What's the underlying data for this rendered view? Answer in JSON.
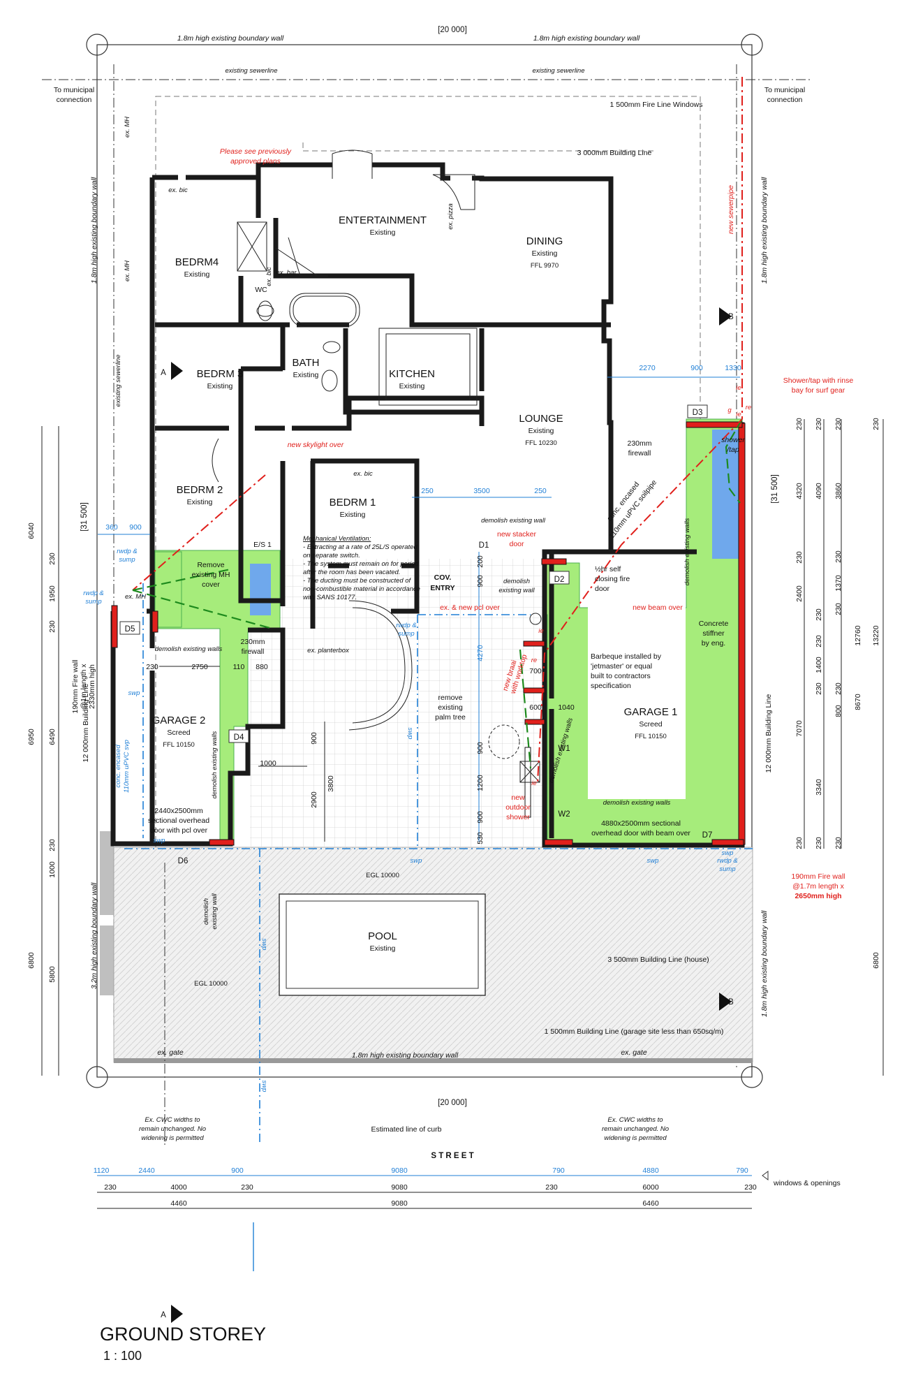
{
  "drawing": {
    "title": "GROUND STOREY",
    "scale": "1 : 100"
  },
  "boundary": {
    "top_dim": "[20 000]",
    "bottom_dim": "[20 000]",
    "left_dim": "[31 500]",
    "right_dim": "[31 500]",
    "wall_top_left": "1.8m high existing boundary wall",
    "wall_top_right": "1.8m high existing boundary wall",
    "wall_bottom": "1.8m high existing boundary wall",
    "wall_left_upper": "1.8m high existing boundary wall",
    "wall_left_lower": "3.2m high existing boundary wall",
    "wall_right_upper": "1.8m high existing boundary wall",
    "wall_right_lower": "1.8m high existing boundary wall",
    "sewer_top_left": "existing sewerline",
    "sewer_top_right": "existing sewerline",
    "sewer_left": "existing sewerline",
    "municipal_left_1": "To municipal",
    "municipal_left_2": "connection",
    "municipal_right_1": "To municipal",
    "municipal_right_2": "connection",
    "fire_line": "1 500mm Fire Line Windows",
    "building_line_top": "3 000mm Building Line",
    "building_line_left": "12 000mm Building Line",
    "building_line_right": "12 000mm Building Line",
    "building_line_house": "3 500mm Building Line (house)",
    "building_line_garage": "1 500mm Building Line (garage site less than 650sq/m)",
    "ex_mh_1": "ex. MH",
    "ex_mh_2": "ex. MH",
    "ex_mh_3": "ex. MH",
    "egl_1": "EGL 10000",
    "egl_2": "EGL 10000",
    "ex_gate_left": "ex. gate",
    "ex_gate_right": "ex. gate",
    "cwc_left": [
      "Ex. CWC widths to",
      "remain unchanged. No",
      "widening is permitted"
    ],
    "cwc_right": [
      "Ex. CWC widths to",
      "remain unchanged. No",
      "widening is permitted"
    ],
    "curb": "Estimated line of curb",
    "street": "S T R E E T"
  },
  "rooms": {
    "entertainment": {
      "name": "ENTERTAINMENT",
      "status": "Existing"
    },
    "dining": {
      "name": "DINING",
      "status": "Existing",
      "ffl": "FFL 9970"
    },
    "bedrm4": {
      "name": "BEDRM4",
      "status": "Existing"
    },
    "wc": {
      "name": "WC"
    },
    "bath": {
      "name": "BATH",
      "status": "Existing"
    },
    "kitchen": {
      "name": "KITCHEN",
      "status": "Existing"
    },
    "bedrm3": {
      "name": "BEDRM 3",
      "status": "Existing"
    },
    "lounge": {
      "name": "LOUNGE",
      "status": "Existing",
      "ffl": "FFL 10230"
    },
    "bedrm2": {
      "name": "BEDRM 2",
      "status": "Existing"
    },
    "bedrm1": {
      "name": "BEDRM 1",
      "status": "Existing"
    },
    "es1": {
      "name": "E/S 1"
    },
    "cov_entry": {
      "name_1": "COV.",
      "name_2": "ENTRY"
    },
    "garage2": {
      "name": "GARAGE 2",
      "status": "Screed",
      "ffl": "FFL 10150"
    },
    "garage1": {
      "name": "GARAGE 1",
      "status": "Screed",
      "ffl": "FFL 10150"
    },
    "pool": {
      "name": "POOL",
      "status": "Existing"
    }
  },
  "notes": {
    "prev_plans_1": "Please see previously",
    "prev_plans_2": "approved plans",
    "ex_bic_1": "ex. bic",
    "ex_bic_2": "ex. bic",
    "ex_bic_3": "ex. bic",
    "ex_bar": "ex. bar",
    "ex_pizza": "ex. pizza",
    "new_sewerpipe": "new sewerpipe",
    "shower_note_1": "Shower/tap with rinse",
    "shower_note_2": "bay for surf gear",
    "new_skylight": "new skylight over",
    "firewall_230": "230mm",
    "firewall_word": "firewall",
    "shower_tap_1": "shower",
    "shower_tap_2": "/tap",
    "soil_pipe_1": "conc. encased",
    "soil_pipe_2": "110mm uPVC soilpipe",
    "demolish_wall_1": "demolish existing wall",
    "new_stacker_1": "new stacker",
    "new_stacker_2": "door",
    "demolish_wall_2a": "demolish",
    "demolish_wall_2b": "existing wall",
    "fire_door_1": "½hr self",
    "fire_door_2": "closing fire",
    "fire_door_3": "door",
    "demolish_walls_v1": "demolish existing walls",
    "mech_vent": [
      "Mechanical Ventilation:",
      "- Extracting at a rate of 25L/S operated",
      "on separate switch.",
      "- The system must remain on for period",
      "after the room has been vacated.",
      "- The ducting must be constructed of",
      "non-combustible material in accordance",
      "with SANS 10177."
    ],
    "remove_mh_1": "Remove",
    "remove_mh_2": "existing MH",
    "remove_mh_3": "cover",
    "rwdp_1a": "rwdp &",
    "rwdp_1b": "sump",
    "rwdp_2a": "rwdp &",
    "rwdp_2b": "sump",
    "rwdp_3a": "rwdp &",
    "rwdp_3b": "sump",
    "rwdp_4a": "rwdp &",
    "rwdp_4b": "sump",
    "ex_new_pcl": "ex. & new pcl over",
    "new_beam": "new beam over",
    "concrete_stiffener": [
      "Concrete",
      "stiffner",
      "by eng."
    ],
    "fire_wall_left": [
      "190mm Fire wall",
      "@1m length x",
      "2330mm high"
    ],
    "demolish_walls_h1": "demolish existing walls",
    "firewall2_1": "230mm",
    "firewall2_2": "firewall",
    "ex_planterbox": "ex. planterbox",
    "new_braai_1": "new braai",
    "new_braai_2": "with worktop",
    "barbeque": [
      "Barbeque installed by",
      "'jetmaster' or equal",
      "built to contractors",
      "specification"
    ],
    "remove_palm_1": "remove",
    "remove_palm_2": "existing",
    "remove_palm_3": "palm tree",
    "conc_encased_left_1": "conc. encased",
    "conc_encased_left_2": "110mm uPVC svp",
    "demolish_walls_v2": "demolish existing walls",
    "demolish_walls_v3": "demolish existing walls",
    "demolish_walls_h2": "demolish existing walls",
    "garage2_door": [
      "2440x2500mm",
      "sectional overhead",
      "door with pcl over"
    ],
    "garage1_door": [
      "4880x2500mm sectional",
      "overhead door with beam over"
    ],
    "new_outdoor_1": "new",
    "new_outdoor_2": "outdoor",
    "new_outdoor_3": "shower",
    "fire_wall_right_1": "190mm Fire wall",
    "fire_wall_right_2": "@1.7m length x",
    "fire_wall_right_3": "2650mm high",
    "demolish_boundary_1": "demolish",
    "demolish_boundary_2": "existing wall",
    "swp_1": "swp",
    "swp_2": "swp",
    "swp_3": "swp",
    "swp_4": "swp",
    "swp_5": "swp",
    "swp_6": "swp",
    "swp_7": "swp",
    "swp_8": "swp",
    "windows_openings": "windows & openings"
  },
  "tags": {
    "d1": "D1",
    "d2": "D2",
    "d3": "D3",
    "d4": "D4",
    "d5": "D5",
    "d6": "D6",
    "d7": "D7",
    "w1": "W1",
    "w2": "W2",
    "section_a": "A",
    "section_a2": "A",
    "section_b": "B",
    "section_b2": "B",
    "ie_1": "ie",
    "ie_2": "ie",
    "ie_3": "ie",
    "ie_4": "ie",
    "re_1": "re",
    "re_2": "re",
    "g": "g"
  },
  "dims": {
    "d2270": "2270",
    "d900a": "900",
    "d1330": "1330",
    "d250a": "250",
    "d3500": "3500",
    "d250b": "250",
    "d360": "360",
    "d900b": "900",
    "d230g": "230",
    "d2750": "2750",
    "d110": "110",
    "d880": "880",
    "d200": "200",
    "d900c": "900",
    "d4270": "4270",
    "d700": "700",
    "d600": "600",
    "d1040": "1040",
    "d900d": "900",
    "d1200": "1200",
    "d900e": "900",
    "d530": "530",
    "d900f": "900",
    "d2900": "2900",
    "d3800": "3800",
    "d1000": "1000",
    "left_6040": "6040",
    "left_230a": "230",
    "left_1950": "1950",
    "left_230b": "230",
    "left_6950": "6950",
    "left_6490": "6490",
    "left_230c": "230",
    "left_1000": "1000",
    "left_6800": "6800",
    "left_5800": "5800",
    "r1_230a": "230",
    "r1_4320": "4320",
    "r1_230b": "230",
    "r1_2400": "2400",
    "r1_7070": "7070",
    "r1_230c": "230",
    "r2_230a": "230",
    "r2_4090": "4090",
    "r2_230b": "230",
    "r2_230c": "230",
    "r2_1400": "1400",
    "r2_230d": "230",
    "r2_3340": "3340",
    "r2_230e": "230",
    "r3_230a": "230",
    "r3_3860": "3860",
    "r3_230b": "230",
    "r3_1370": "1370",
    "r3_230c": "230",
    "r3_800": "800",
    "r3_230d": "230",
    "r3_8670": "8670",
    "r3_230e": "230",
    "r4_230": "230",
    "r4_12760": "12760",
    "r4_13220": "13220",
    "r4_6800": "6800",
    "bot1": [
      "1120",
      "2440",
      "900",
      "9080",
      "790",
      "4880",
      "790"
    ],
    "bot2": [
      "230",
      "4000",
      "230",
      "9080",
      "230",
      "6000",
      "230"
    ],
    "bot3": [
      "4460",
      "9080",
      "6460"
    ]
  }
}
